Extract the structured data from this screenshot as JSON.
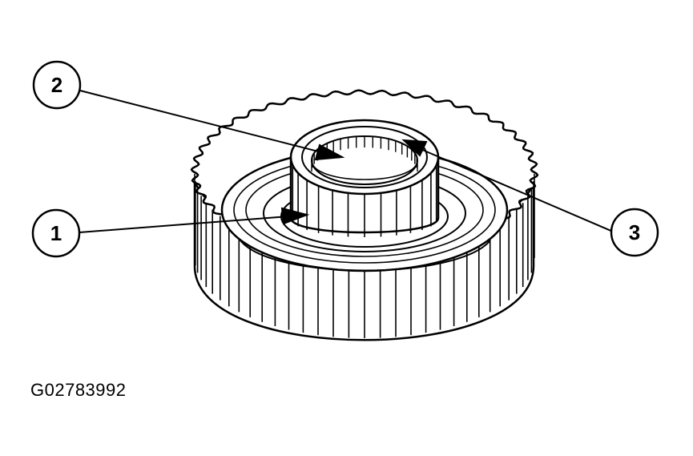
{
  "figure_id": "G02783992",
  "callouts": [
    {
      "label": "1"
    },
    {
      "label": "2"
    },
    {
      "label": "3"
    }
  ],
  "colors": {
    "line": "#000000",
    "background": "#ffffff"
  }
}
